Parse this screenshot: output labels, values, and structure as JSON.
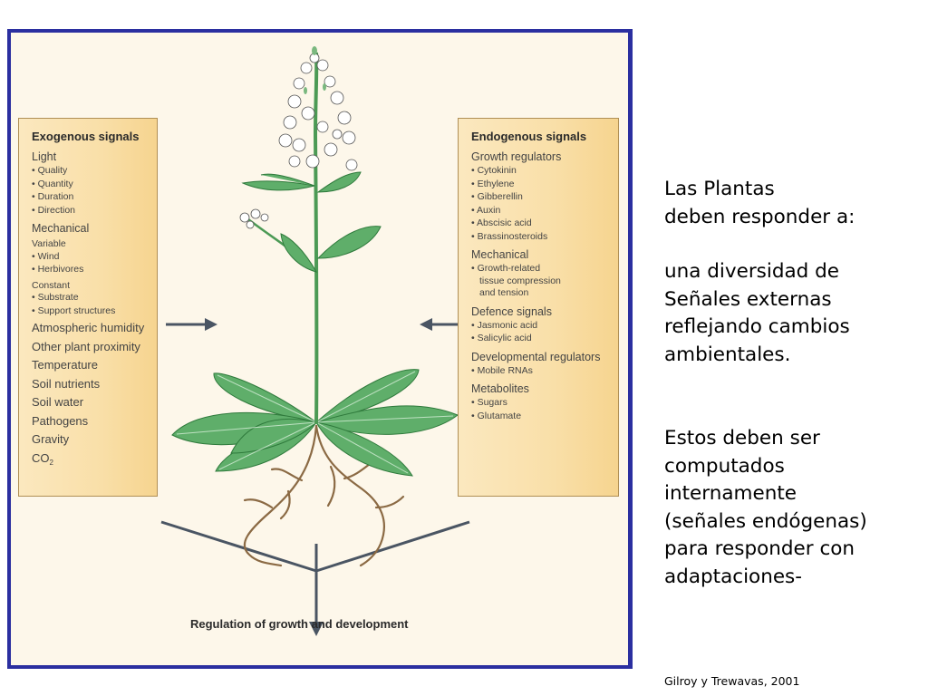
{
  "exogenous": {
    "title": "Exogenous signals",
    "light": {
      "label": "Light",
      "items": [
        "Quality",
        "Quantity",
        "Duration",
        "Direction"
      ]
    },
    "mechanical": {
      "label": "Mechanical",
      "variable_label": "Variable",
      "variable_items": [
        "Wind",
        "Herbivores"
      ],
      "constant_label": "Constant",
      "constant_items": [
        "Substrate",
        "Support structures"
      ]
    },
    "others": [
      "Atmospheric humidity",
      "Other plant proximity",
      "Temperature",
      "Soil nutrients",
      "Soil water",
      "Pathogens",
      "Gravity"
    ],
    "co2": {
      "base": "CO",
      "sub": "2"
    }
  },
  "endogenous": {
    "title": "Endogenous signals",
    "growth": {
      "label": "Growth regulators",
      "items": [
        "Cytokinin",
        "Ethylene",
        "Gibberellin",
        "Auxin",
        "Abscisic acid",
        "Brassinosteroids"
      ]
    },
    "mechanical": {
      "label": "Mechanical",
      "item_line1": "Growth-related",
      "item_line2": "tissue compression",
      "item_line3": "and tension"
    },
    "defence": {
      "label": "Defence signals",
      "items": [
        "Jasmonic acid",
        "Salicylic acid"
      ]
    },
    "developmental": {
      "label": "Developmental regulators",
      "items": [
        "Mobile RNAs"
      ]
    },
    "metabolites": {
      "label": "Metabolites",
      "items": [
        "Sugars",
        "Glutamate"
      ]
    }
  },
  "caption": "Regulation of growth and development",
  "right_text": {
    "p1_line1": "Las Plantas",
    "p1_line2": "deben responder a:",
    "p2": [
      "una diversidad de",
      "Señales externas",
      "reflejando cambios",
      "ambientales."
    ],
    "p3": [
      "Estos deben ser",
      "computados",
      "internamente",
      "(señales endógenas)",
      "para responder con",
      "adaptaciones-"
    ]
  },
  "credit": "Gilroy y Trewavas, 2001",
  "colors": {
    "frame": "#2b2fa0",
    "panel": "#f9dfa8",
    "leaf": "#5fae6a",
    "stem": "#4c9a55",
    "root": "#8b6a44",
    "arrow": "#4a5563"
  }
}
